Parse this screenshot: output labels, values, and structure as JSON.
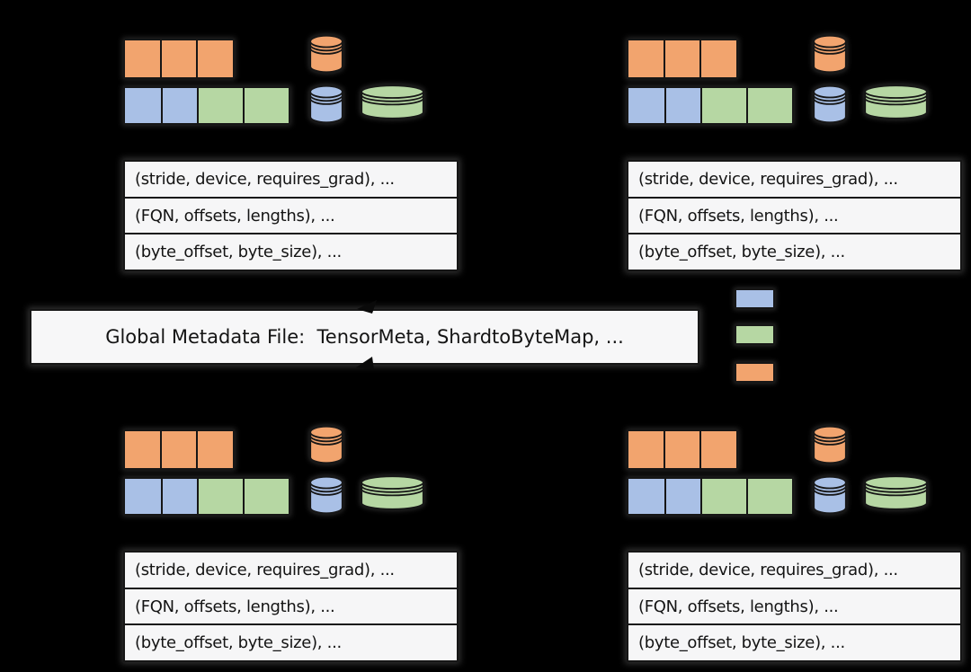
{
  "diagram": {
    "description": "Distributed checkpoint metadata diagram: four identical rank panels with sharded tensor blocks, per-rank storage cylinders and metadata tables, converging on a global metadata file box, with a color legend",
    "background_color": "#000000"
  },
  "colors": {
    "orange": "#F2A46E",
    "blue": "#A9C0E6",
    "green": "#B6D7A3",
    "panel_fill": "#F6F6F7",
    "outline": "#161616"
  },
  "metadata_table": {
    "rows": [
      "(stride, device, requires_grad), ...",
      "(FQN, offsets, lengths), ...",
      "(byte_offset, byte_size), ..."
    ]
  },
  "global_metadata": {
    "label": "Global Metadata File:  TensorMeta, ShardtoByteMap, ..."
  },
  "quadrants": [
    {
      "id": "top-left"
    },
    {
      "id": "top-right"
    },
    {
      "id": "bottom-left"
    },
    {
      "id": "bottom-right"
    }
  ],
  "panel_blocks": {
    "orange_row_cells": 3,
    "mixed_row_cells": [
      "blue",
      "blue",
      "green",
      "green"
    ],
    "cylinders": [
      "orange-small",
      "blue-small",
      "green-wide"
    ]
  },
  "legend": {
    "swatches": [
      {
        "name": "blue",
        "color": "#A9C0E6"
      },
      {
        "name": "green",
        "color": "#B6D7A3"
      },
      {
        "name": "orange",
        "color": "#F2A46E"
      }
    ]
  }
}
